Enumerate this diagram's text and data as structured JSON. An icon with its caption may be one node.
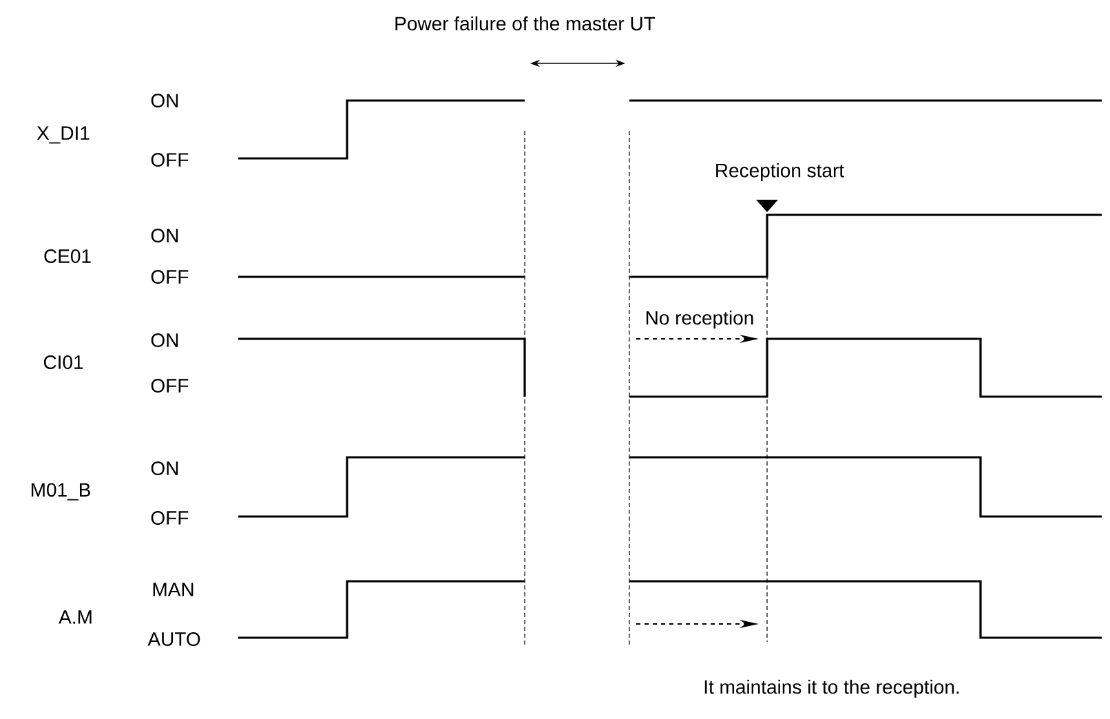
{
  "diagram": {
    "labels": [
      "Power failure of the master UT",
      "X_DI1",
      "ON",
      "OFF",
      "Reception start",
      "CE01",
      "ON",
      "OFF",
      "No reception",
      "CI01",
      "ON",
      "OFF",
      "M01_B",
      "ON",
      "OFF",
      "A.M",
      "MAN",
      "AUTO",
      "It maintains it to the reception."
    ]
  }
}
